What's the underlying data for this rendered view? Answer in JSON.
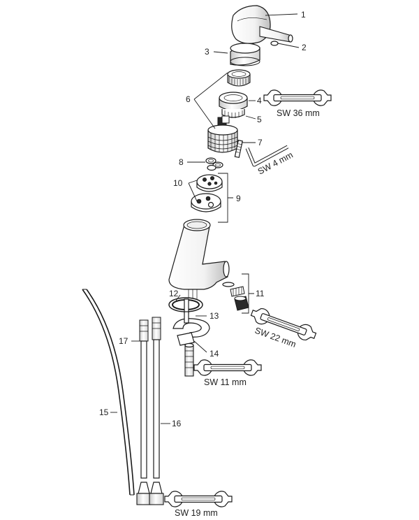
{
  "parts": [
    {
      "id": "p1",
      "number": "1"
    },
    {
      "id": "p2",
      "number": "2"
    },
    {
      "id": "p3",
      "number": "3"
    },
    {
      "id": "p4",
      "number": "4"
    },
    {
      "id": "p5",
      "number": "5"
    },
    {
      "id": "p6",
      "number": "6"
    },
    {
      "id": "p7",
      "number": "7"
    },
    {
      "id": "p8",
      "number": "8"
    },
    {
      "id": "p9",
      "number": "9"
    },
    {
      "id": "p10",
      "number": "10"
    },
    {
      "id": "p11",
      "number": "11"
    },
    {
      "id": "p12",
      "number": "12"
    },
    {
      "id": "p13",
      "number": "13"
    },
    {
      "id": "p14",
      "number": "14"
    },
    {
      "id": "p15",
      "number": "15"
    },
    {
      "id": "p16",
      "number": "16"
    },
    {
      "id": "p17",
      "number": "17"
    }
  ],
  "tools": {
    "sw36": "SW 36 mm",
    "sw4": "SW 4 mm",
    "sw22": "SW 22 mm",
    "sw11": "SW 11 mm",
    "sw19": "SW 19 mm"
  }
}
